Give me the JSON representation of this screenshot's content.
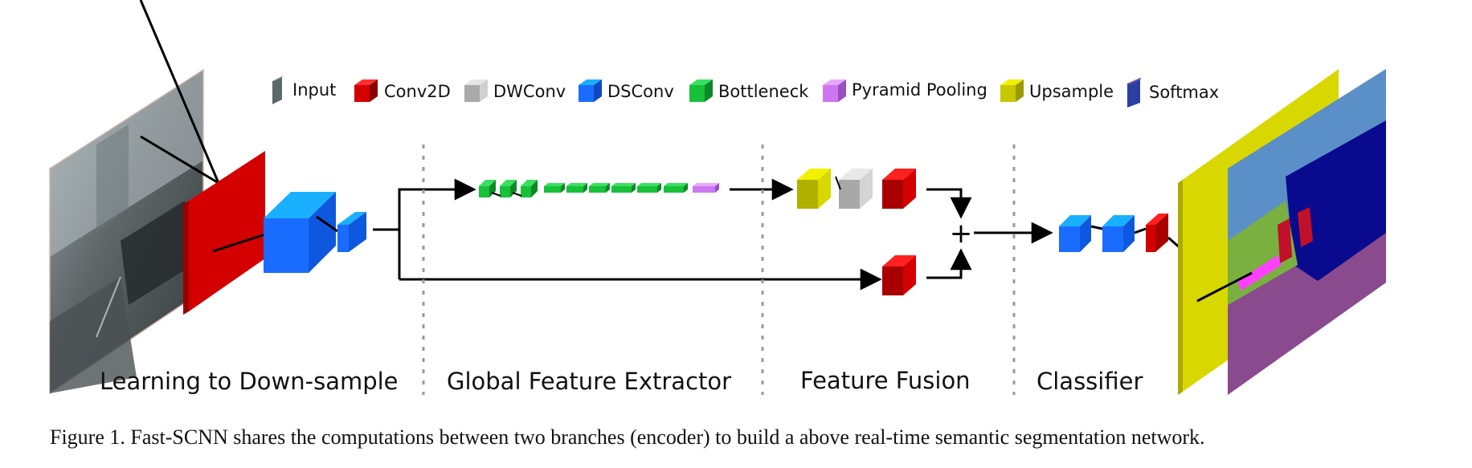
{
  "legend": [
    {
      "key": "input",
      "label": "Input"
    },
    {
      "key": "conv2d",
      "label": "Conv2D"
    },
    {
      "key": "dwconv",
      "label": "DWConv"
    },
    {
      "key": "dsconv",
      "label": "DSConv"
    },
    {
      "key": "bottleneck",
      "label": "Bottleneck"
    },
    {
      "key": "pyramid",
      "label": "Pyramid Pooling"
    },
    {
      "key": "upsample",
      "label": "Upsample"
    },
    {
      "key": "softmax",
      "label": "Softmax"
    }
  ],
  "colors": {
    "conv2d": "#d40000",
    "dwconv": "#c8c8c8",
    "dsconv": "#1a6cff",
    "bottleneck": "#19c03a",
    "pyramid": "#cc77f0",
    "upsample": "#d8d800",
    "softmax": "#2a3fa0"
  },
  "sections": {
    "learning": "Learning to Down-sample",
    "global": "Global Feature Extractor",
    "fusion": "Feature Fusion",
    "classifier": "Classifier"
  },
  "fusion_symbol": "+",
  "caption": "Figure 1. Fast-SCNN shares the computations between two branches (encoder) to build a above real-time semantic segmentation network."
}
